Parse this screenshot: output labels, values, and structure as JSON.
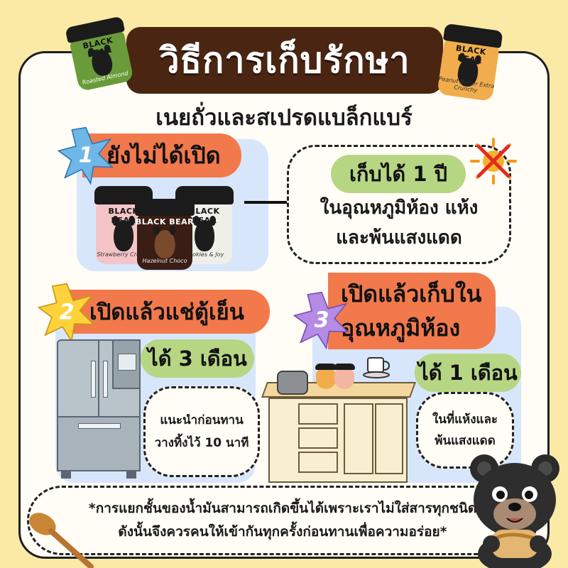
{
  "title": "วิธีการเก็บรักษา",
  "subtitle": "เนยถั่วและสเปรดแบล็กแบร์",
  "brand": "BLACK BEAR",
  "jars": {
    "top_left_flavor": "Roasted Almond",
    "top_right_flavor": "Peanut Butter Extra Crunchy",
    "strawberry_flavor": "Strawberry Crunch",
    "choco_flavor": "Hazelnut Choco",
    "cookies_flavor": "Cookies & Joy"
  },
  "step1": {
    "number": "1",
    "label": "ยังไม่ได้เปิด",
    "duration": "เก็บได้ 1 ปี",
    "condition_line1": "ในอุณหภูมิห้อง แห้ง",
    "condition_line2": "และพ้นแสงแดด"
  },
  "step2": {
    "number": "2",
    "label": "เปิดแล้วแช่ตู้เย็น",
    "duration": "ได้ 3 เดือน",
    "tip_line1": "แนะนำก่อนทาน",
    "tip_line2": "วางทิ้งไว้ 10 นาที"
  },
  "step3": {
    "number": "3",
    "label_line1": "เปิดแล้วเก็บใน",
    "label_line2": "อุณหภูมิห้อง",
    "duration": "ได้ 1 เดือน",
    "tip_line1": "ในที่แห้งและ",
    "tip_line2": "พ้นแสงแดด"
  },
  "footnote": {
    "line1": "*การแยกชั้นของน้ำมันสามารถเกิดขึ้นได้เพราะเราไม่ใส่สารทุกชนิด",
    "line2": "ดังนั้นจึงควรคนให้เข้ากันทุกครั้งก่อนทานเพื่อความอร่อย*"
  },
  "colors": {
    "background": "#fbe9a6",
    "banner": "#4a2612",
    "panel": "#d8e6fb",
    "orange": "#f2794c",
    "green": "#b7d684",
    "star1": "#6fb7e6",
    "star2": "#ffd23c",
    "star3": "#b58be6"
  },
  "icons": [
    "no-sun-icon",
    "arrow-right-icon",
    "refrigerator-icon",
    "kitchen-counter-icon",
    "toaster-icon",
    "coffee-cup-icon",
    "bear-mascot-icon",
    "wooden-spoon-icon"
  ]
}
